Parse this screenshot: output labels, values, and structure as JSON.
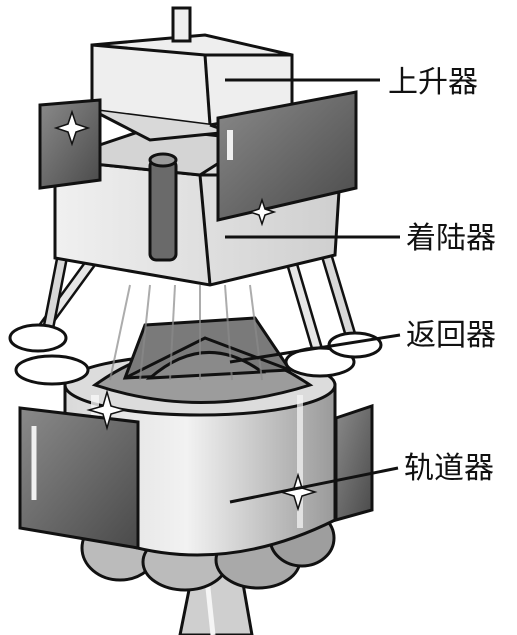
{
  "labels": {
    "ascender": "上升器",
    "lander": "着陆器",
    "returner": "返回器",
    "orbiter": "轨道器"
  },
  "colors": {
    "ink": "#111111",
    "light_gray": "#e6e6e6",
    "mid_gray": "#bdbdbd",
    "dark_gray": "#6f6f6f",
    "darker_gray": "#4a4a4a"
  }
}
